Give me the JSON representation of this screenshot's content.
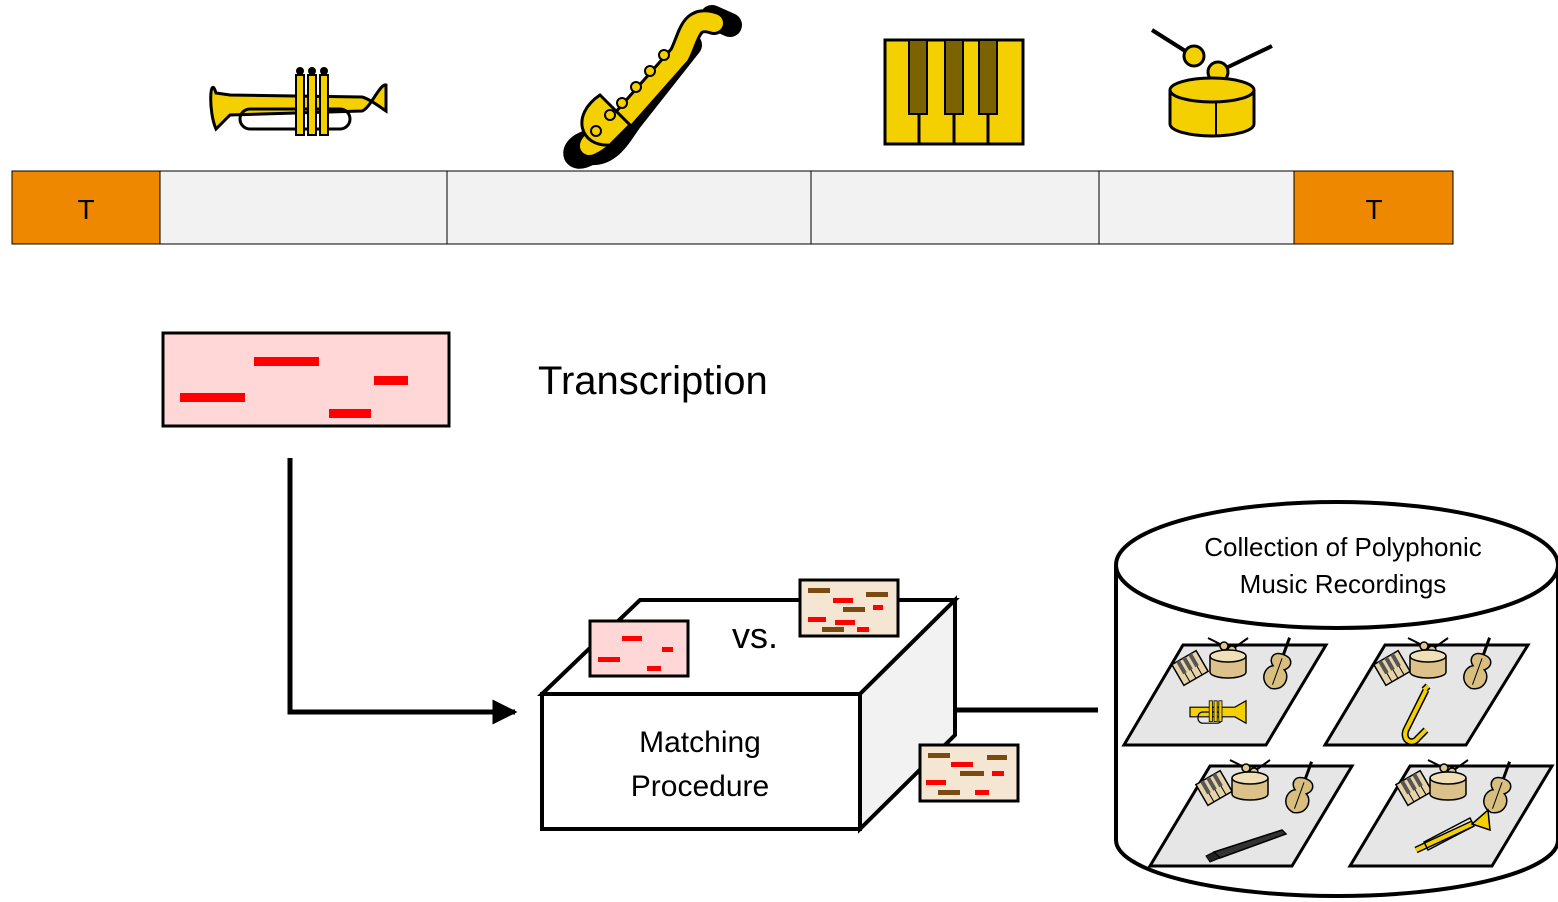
{
  "timeline": {
    "start_marker": "T",
    "end_marker": "T",
    "segment_fill": "#f2f2f2",
    "marker_fill": "#ee8800",
    "instruments": [
      "trumpet-icon",
      "saxophone-icon",
      "piano-keys-icon",
      "drum-icon"
    ]
  },
  "transcription": {
    "label": "Transcription",
    "fill": "#ffd7d7",
    "note_color": "#ff0000"
  },
  "matching": {
    "label_line1": "Matching",
    "label_line2": "Procedure",
    "vs_label": "vs."
  },
  "collection": {
    "title_line1": "Collection of Polyphonic",
    "title_line2": "Music Recordings",
    "card_fill": "#e6e6e6",
    "recordings": [
      {
        "instruments": [
          "piano-icon",
          "drum-icon",
          "violin-icon",
          "trumpet-icon"
        ]
      },
      {
        "instruments": [
          "piano-icon",
          "drum-icon",
          "violin-icon",
          "saxophone-icon"
        ]
      },
      {
        "instruments": [
          "piano-icon",
          "drum-icon",
          "violin-icon",
          "clarinet-icon"
        ]
      },
      {
        "instruments": [
          "piano-icon",
          "drum-icon",
          "violin-icon",
          "trombone-icon"
        ]
      }
    ]
  },
  "colors": {
    "gold": "#f5d000",
    "beige_note": "#f5e6d3",
    "brown_note": "#7a4a10"
  }
}
